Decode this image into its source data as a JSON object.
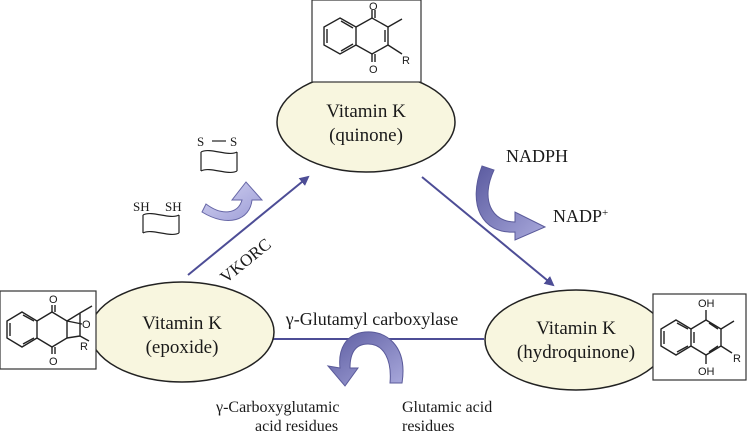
{
  "nodes": {
    "quinone": {
      "line1": "Vitamin K",
      "line2": "(quinone)"
    },
    "epoxide": {
      "line1": "Vitamin K",
      "line2": "(epoxide)"
    },
    "hydroquinone": {
      "line1": "Vitamin K",
      "line2": "(hydroquinone)"
    }
  },
  "enzymes": {
    "vkorc": "VKORC",
    "carboxylase": "γ-Glutamyl carboxylase"
  },
  "cofactors": {
    "nadph": "NADPH",
    "nadp_base": "NADP",
    "nadp_sup": "+"
  },
  "disulfide": {
    "s1": "S",
    "s2": "S",
    "sh1": "SH",
    "sh2": "SH"
  },
  "residues": {
    "product_line1": "γ-Carboxyglutamic",
    "product_line2": "acid  residues",
    "substrate_line1": "Glutamic acid",
    "substrate_line2": "residues"
  },
  "structures": {
    "substituent": "R",
    "oxygen": "O",
    "hydroxyl": "OH"
  },
  "colors": {
    "oval_fill": "#f8f6df",
    "arrow_line": "#4d4d96",
    "curved_dark": "#6a6aa8",
    "curved_light": "#b8b8e6"
  }
}
